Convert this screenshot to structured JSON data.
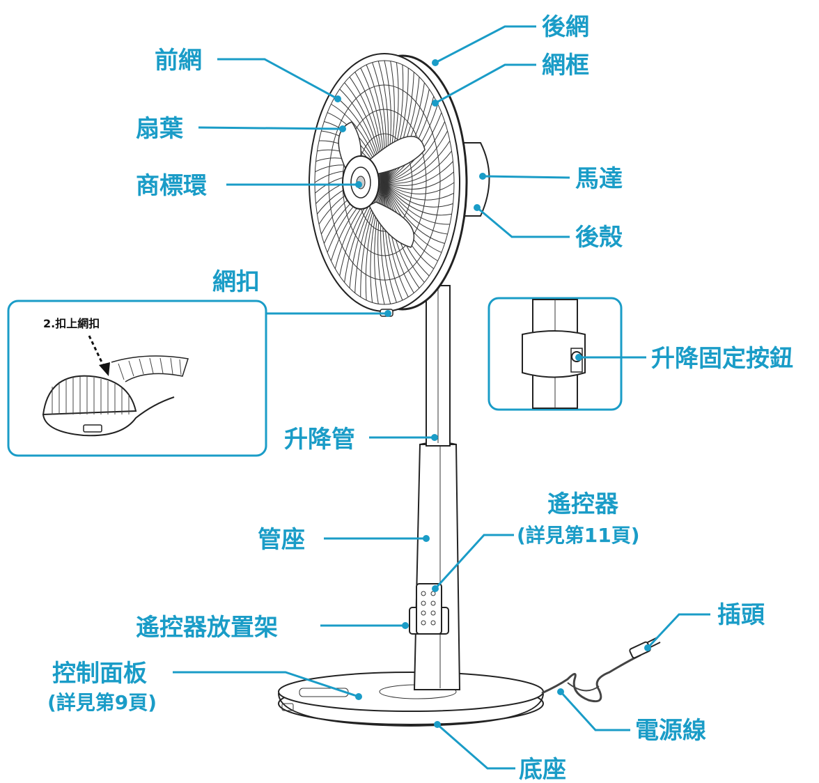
{
  "labels": {
    "rear_guard": "後網",
    "guard_frame": "網框",
    "front_guard": "前網",
    "blade": "扇葉",
    "logo_ring": "商標環",
    "motor": "馬達",
    "rear_housing": "後殼",
    "guard_clip": "網扣",
    "height_lock_knob": "升降固定按鈕",
    "telescopic_pole": "升降管",
    "remote_title": "遙控器",
    "remote_note": "(詳見第11頁)",
    "pole_base": "管座",
    "plug": "插頭",
    "remote_holder": "遙控器放置架",
    "control_panel_title": "控制面板",
    "control_panel_note": "(詳見第9頁)",
    "power_cord": "電源線",
    "base": "底座"
  },
  "inset": {
    "clip_step": "2.扣上網扣"
  },
  "colors": {
    "accent": "#1a9cc7",
    "ink": "#222222"
  }
}
